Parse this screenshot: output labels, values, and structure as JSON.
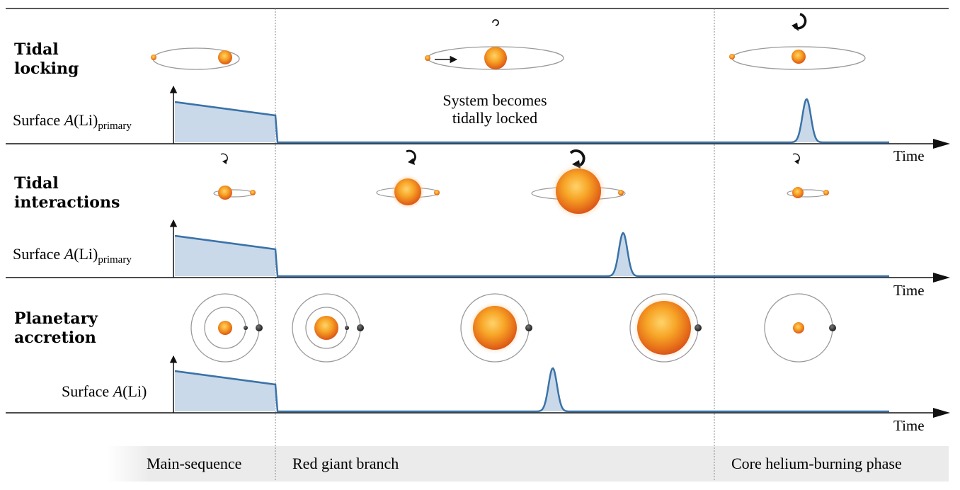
{
  "panels": [
    {
      "title_line1": "Tidal",
      "title_line2": "locking",
      "ylabel_prefix": "Surface ",
      "ylabel_italic": "A",
      "ylabel_suffix": "(Li)",
      "ylabel_subscript": "primary",
      "xlabel": "Time",
      "annotation_line1": "System becomes",
      "annotation_line2": "tidally locked",
      "peak_time": 0.865
    },
    {
      "title_line1": "Tidal",
      "title_line2": "interactions",
      "ylabel_prefix": "Surface ",
      "ylabel_italic": "A",
      "ylabel_suffix": "(Li)",
      "ylabel_subscript": "primary",
      "xlabel": "Time",
      "peak_time": 0.565
    },
    {
      "title_line1": "Planetary",
      "title_line2": "accretion",
      "ylabel_prefix": "Surface ",
      "ylabel_italic": "A",
      "ylabel_suffix": "(Li)",
      "ylabel_subscript": "",
      "xlabel": "Time",
      "peak_time": 0.45
    }
  ],
  "phases": [
    {
      "label": "Main-sequence"
    },
    {
      "label": "Red giant branch"
    },
    {
      "label": "Core helium-burning phase"
    }
  ],
  "colors": {
    "curve": "#3a72a8",
    "fill": "#c9d9e9",
    "star": "#f39a1e",
    "planet": "#333333",
    "orbit": "#9a9a9a",
    "phase_bar": "#ebebeb"
  },
  "icons": {
    "spin": "clockwise-arrow-icon",
    "star": "sun-icon",
    "planet": "planet-icon"
  }
}
